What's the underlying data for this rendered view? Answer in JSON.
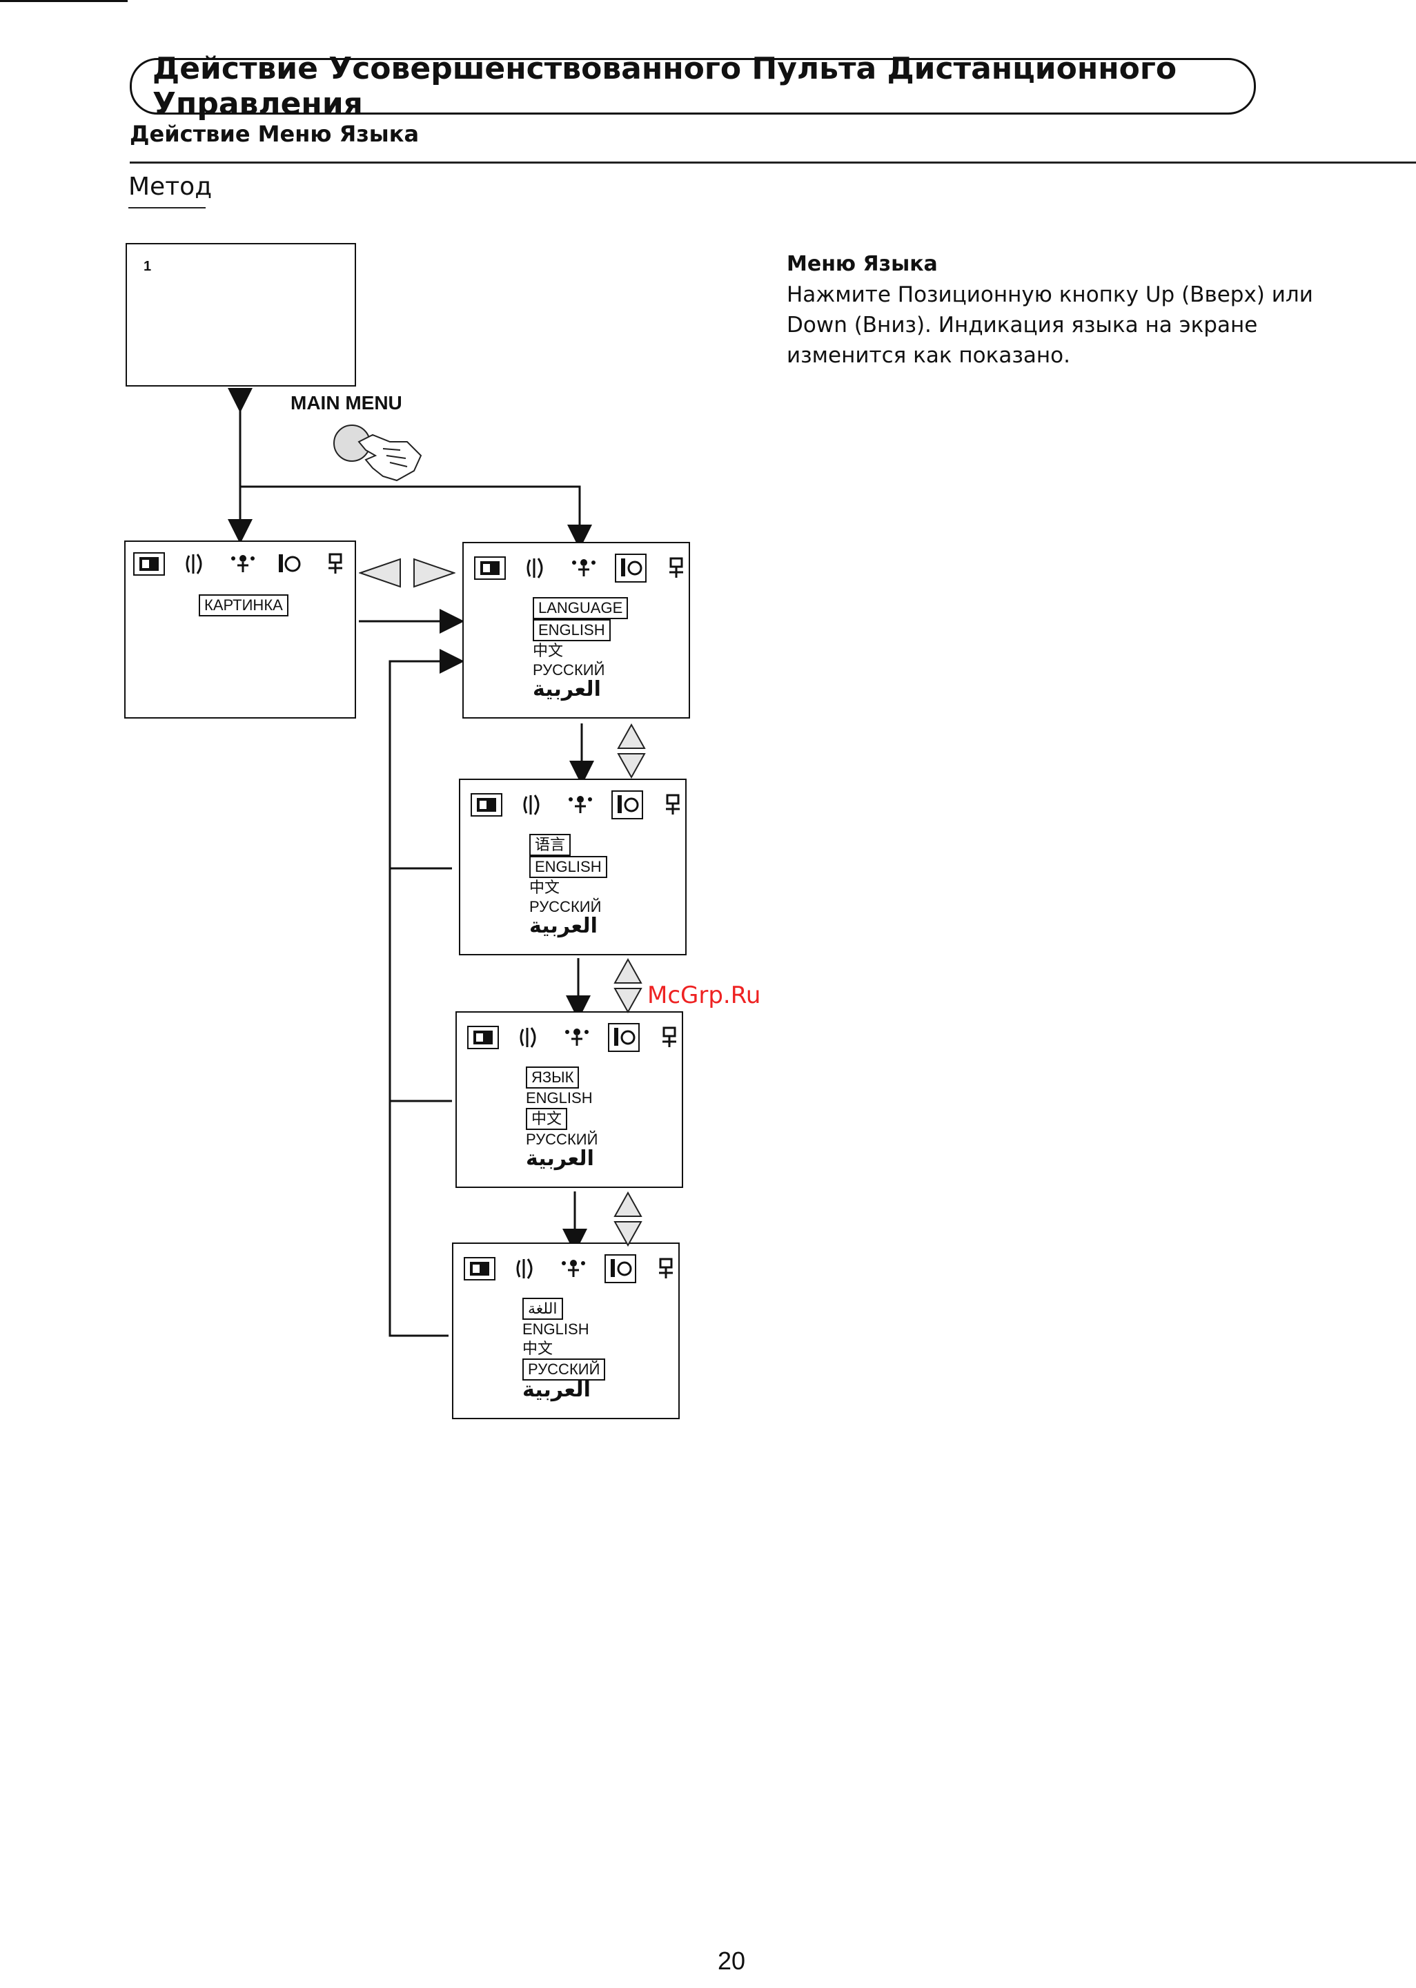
{
  "page": {
    "title": "Действие Усовершенствованного Пульта Дистанционного Управления",
    "subtitle": "Действие Меню Языка",
    "method": "Метод",
    "page_number": "20",
    "watermark": "McGrp.Ru"
  },
  "instructions": {
    "heading": "Меню Языка",
    "text": "Нажмите Позиционную кнопку Up (Вверх) или Down (Вниз). Индикация языка на экране изменится как показано."
  },
  "diagram": {
    "screen_one_label": "1",
    "main_menu_label": "MAIN MENU",
    "picture_label": "КАРТИНКА",
    "screens": [
      {
        "title": "LANGUAGE",
        "options": [
          "ENGLISH",
          "中文",
          "РУССКИЙ",
          "العربية"
        ],
        "selected": 0
      },
      {
        "title": "语言",
        "options": [
          "ENGLISH",
          "中文",
          "РУССКИЙ",
          "العربية"
        ],
        "selected": 1
      },
      {
        "title": "ЯЗЫК",
        "options": [
          "ENGLISH",
          "中文",
          "РУССКИЙ",
          "العربية"
        ],
        "selected": 2
      },
      {
        "title": "اللغة",
        "options": [
          "ENGLISH",
          "中文",
          "РУССКИЙ",
          "العربية"
        ],
        "selected": 3
      }
    ]
  },
  "icons": [
    "picture-icon",
    "sound-icon",
    "setup-icon",
    "language-icon",
    "timer-icon",
    "hand-press-icon",
    "left-arrow-icon",
    "right-arrow-icon",
    "up-arrow-icon",
    "down-arrow-icon"
  ]
}
